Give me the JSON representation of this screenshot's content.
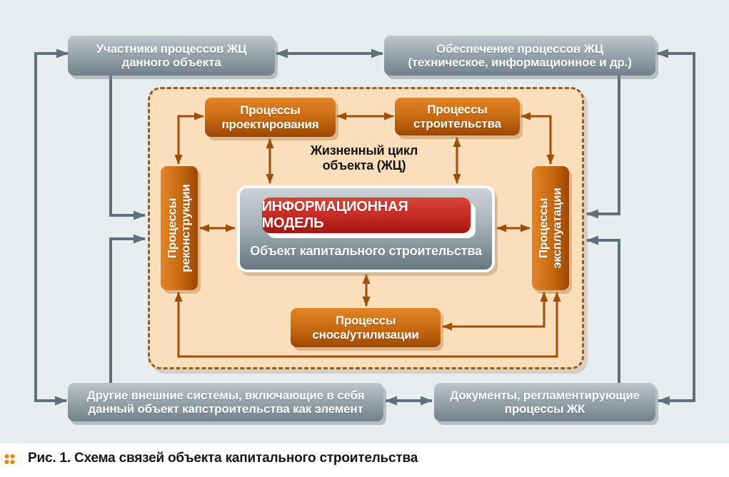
{
  "figure": {
    "caption": {
      "marker": "Рис. 1.",
      "text": " Схема связей объекта капитального строительства"
    }
  },
  "diagram": {
    "external_nodes": {
      "participants": "Участники процессов ЖЦ\nданного объекта",
      "support": "Обеспечение процессов ЖЦ\n(техническое, информационное и др.)",
      "external_systems": "Другие внешние системы, включающие в себя\nданный объект капстроительства как элемент",
      "documents": "Документы, регламентирующие\nпроцессы ЖК"
    },
    "lifecycle": {
      "label": "Жизненный цикл\nобъекта (ЖЦ)",
      "design": "Процессы\nпроектирования",
      "construction": "Процессы\nстроительства",
      "reconstruction": "Процессы\nреконструкции",
      "operation": "Процессы\nэксплуатации",
      "demolition": "Процессы\nсноса/утилизации"
    },
    "core": {
      "information_model": "ИНФОРМАЦИОННАЯ МОДЕЛЬ",
      "object": "Объект капитального строительства"
    },
    "colors": {
      "background": "#e8edf0",
      "container_fill": "#fbdfbb",
      "container_border": "#9c5c1e",
      "orange_box_top": "#e18527",
      "orange_box_bottom": "#9c4802",
      "gray_box_top": "#bdc6cb",
      "gray_box_bottom": "#71818a",
      "red_box_top": "#d8453a",
      "red_box_bottom": "#a81410",
      "gray_connector": "#5d717c",
      "orange_connector": "#a04e0a",
      "caption_accent": "#f08200"
    }
  }
}
